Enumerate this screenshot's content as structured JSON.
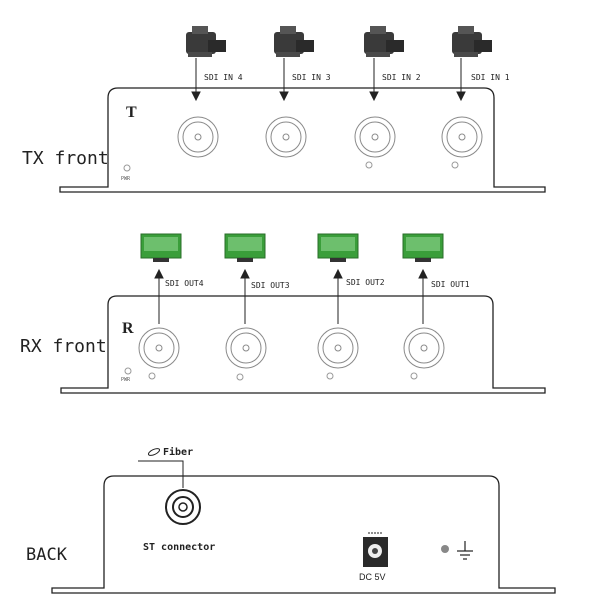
{
  "colors": {
    "line": "#222222",
    "light_line": "#8a8a8a",
    "screen": "#3a9e3a",
    "screen_light": "#8fd68f",
    "led": "#999999",
    "camera": "#3a3a3a"
  },
  "tx_panel": {
    "side_label": "TX front",
    "panel_letter": "T",
    "power_label": "PWR",
    "inputs": [
      {
        "label": "SDI IN 4",
        "icon": "video-camera-icon"
      },
      {
        "label": "SDI IN 3",
        "icon": "video-camera-icon"
      },
      {
        "label": "SDI IN 2",
        "icon": "video-camera-icon"
      },
      {
        "label": "SDI IN 1",
        "icon": "video-camera-icon"
      }
    ]
  },
  "rx_panel": {
    "side_label": "RX front",
    "panel_letter": "R",
    "power_label": "PWR",
    "outputs": [
      {
        "label": "SDI OUT4",
        "icon": "monitor-icon"
      },
      {
        "label": "SDI OUT3",
        "icon": "monitor-icon"
      },
      {
        "label": "SDI OUT2",
        "icon": "monitor-icon"
      },
      {
        "label": "SDI OUT1",
        "icon": "monitor-icon"
      }
    ]
  },
  "back_panel": {
    "side_label": "BACK",
    "fiber_label": "Fiber",
    "connector_label": "ST connector",
    "power_label": "DC 5V",
    "icons": [
      "fiber-icon",
      "st-connector-icon",
      "dc-jack-icon",
      "led-icon",
      "ground-icon"
    ]
  }
}
